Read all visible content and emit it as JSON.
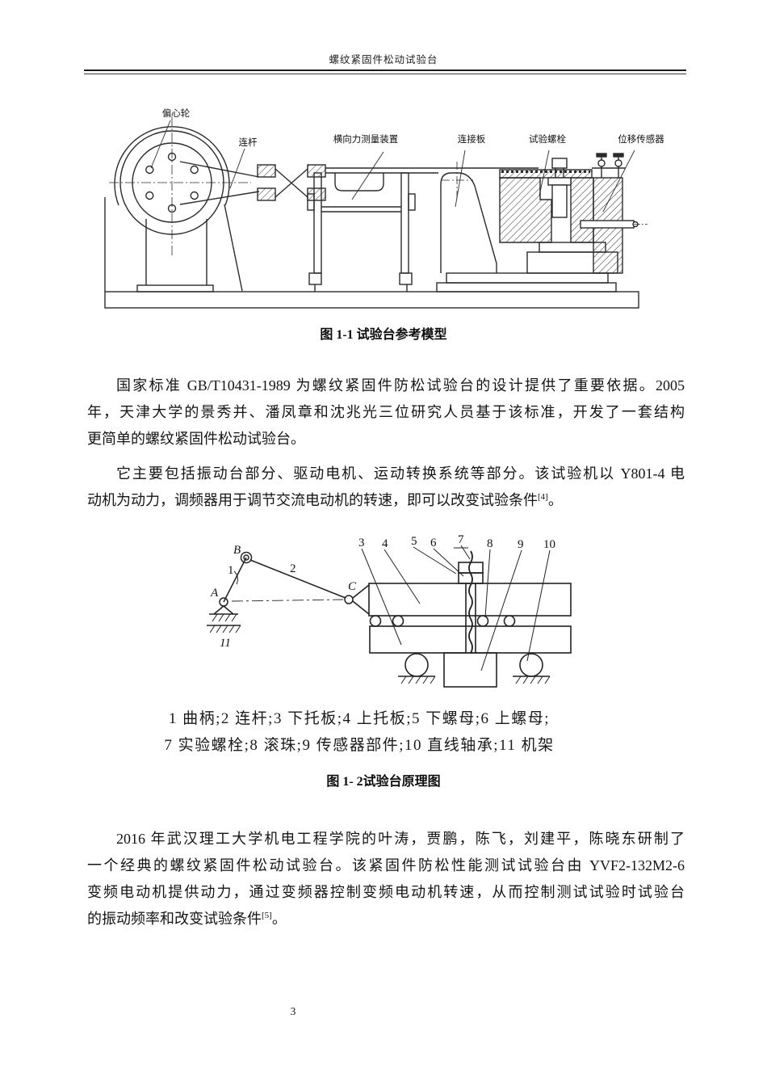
{
  "header": {
    "title": "螺纹紧固件松动试验台"
  },
  "figure1": {
    "labels": {
      "eccentric_wheel": "偏心轮",
      "connecting_rod": "连杆",
      "lateral_force_device": "横向力测量装置",
      "connecting_plate": "连接板",
      "test_bolt": "试验螺栓",
      "displacement_sensor": "位移传感器"
    },
    "caption": "图 1-1 试验台参考模型"
  },
  "body": {
    "p1": {
      "lines": [
        "国家标准 GB/T10431-1989 为螺纹紧固件防松试验台的设计提供了重要依据。2005",
        "年，天津大学的景秀并、潘凤章和沈兆光三位研究人员基于该标准，开发了一套结构",
        "更简单的螺纹紧固件松动试验台。"
      ]
    },
    "p2": {
      "lines": [
        "它主要包括振动台部分、驱动电机、运动转换系统等部分。该试验机以  Y801-4 电"
      ],
      "last_line": "动机为动力，调频器用于调节交流电动机的转速，即可以改变试验条件",
      "citation": "[4]",
      "period": "。"
    },
    "p3": {
      "lines": [
        "2016 年武汉理工大学机电工程学院的叶涛，贾鹏，陈飞，刘建平，陈晓东研制了",
        "一个经典的螺纹紧固件松动试验台。该紧固件防松性能测试试验台由  YVF2-132M2-6",
        "变频电动机提供动力，通过变频器控制变频电动机转速，从而控制测试试验时试验台"
      ],
      "last_line": "的振动频率和改变试验条件",
      "citation": "[5]",
      "period": "。"
    }
  },
  "figure2": {
    "points": {
      "a": "A",
      "b": "B",
      "c": "C"
    },
    "nums": {
      "n1": "1",
      "n2": "2",
      "n3": "3",
      "n4": "4",
      "n5": "5",
      "n6": "6",
      "n7": "7",
      "n8": "8",
      "n9": "9",
      "n10": "10",
      "n11": "11"
    },
    "parts_line1": "1 曲柄;2 连杆;3 下托板;4 上托板;5 下螺母;6 上螺母;",
    "parts_line2": "7 实验螺栓;8 滚珠;9 传感器部件;10 直线轴承;11 机架",
    "caption": "图 1- 2试验台原理图"
  },
  "footer": {
    "page_number": "3"
  }
}
